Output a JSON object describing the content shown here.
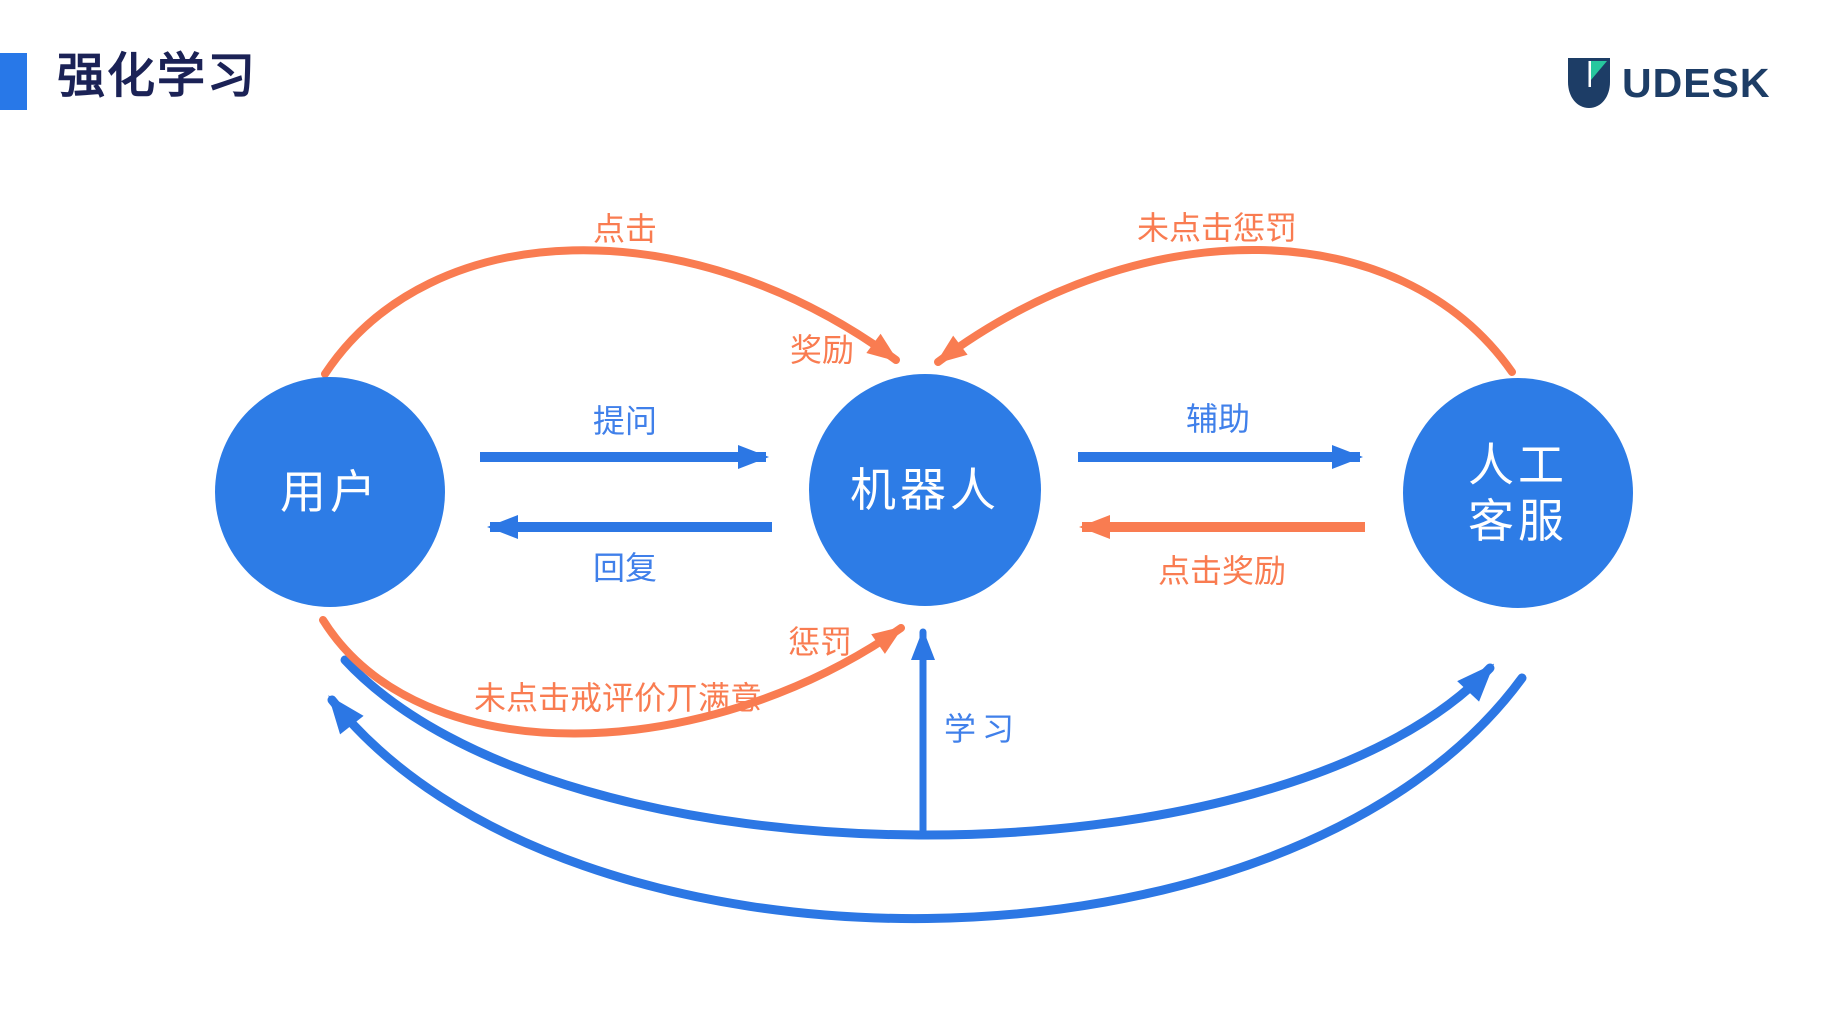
{
  "header": {
    "title": "强化学习",
    "accent_color": "#2878E8",
    "title_color": "#1B2256"
  },
  "logo": {
    "text": "UDESK",
    "navy": "#1D3D66",
    "teal": "#27C79E"
  },
  "colors": {
    "node_blue": "#2D7CE6",
    "arrow_blue": "#2C77E4",
    "label_blue": "#4080EA",
    "orange": "#F97C51"
  },
  "nodes": {
    "user": {
      "label": "用户"
    },
    "robot": {
      "label": "机器人"
    },
    "agent": {
      "label_line1": "人工",
      "label_line2": "客服"
    }
  },
  "edge_labels": {
    "click": "点击",
    "no_click_penalty": "未点击惩罚",
    "reward": "奖励",
    "ask": "提问",
    "reply": "回复",
    "assist": "辅助",
    "click_reward": "点击奖励",
    "penalty": "惩罚",
    "no_click_or_unsatisfied": "未点击戒评价丌满意",
    "learn": "学习"
  }
}
